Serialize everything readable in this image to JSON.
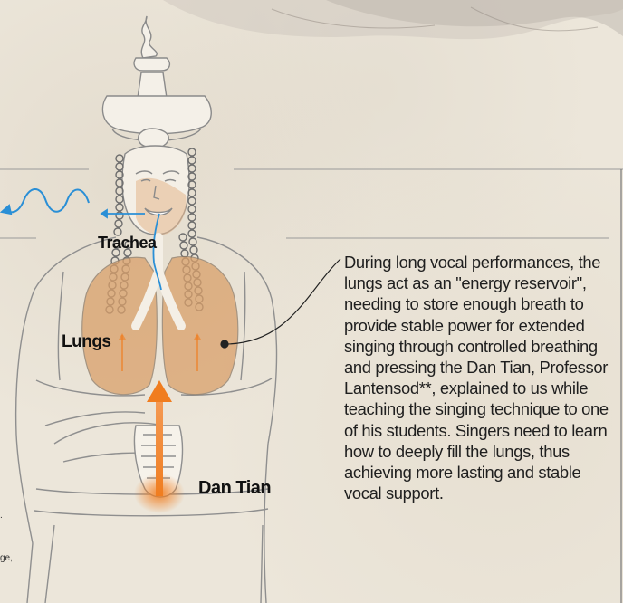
{
  "labels": {
    "trachea": "Trachea",
    "lungs": "Lungs",
    "dan_tian": "Dan Tian"
  },
  "caption": "During long vocal performances, the lungs act as an \"energy reservoir\", needing to store enough breath to provide stable power for extended singing through controlled breathing and pressing the Dan Tian, Professor Lantensod**, explained to us while teaching the singing technique to one of his students. Singers need to learn how to deeply fill the lungs, thus achieving more lasting and stable vocal support.",
  "edge_fragments": {
    "fragment_1": ".",
    "fragment_2": "ge,"
  },
  "colors": {
    "lung_fill": "#d9a06a",
    "arrow_orange": "#f07d1f",
    "air_blue": "#2a8fd6",
    "outline": "#8a8a8a"
  },
  "icons": {
    "breath": "wavy-arrow-icon",
    "energy": "upward-arrow-icon"
  }
}
